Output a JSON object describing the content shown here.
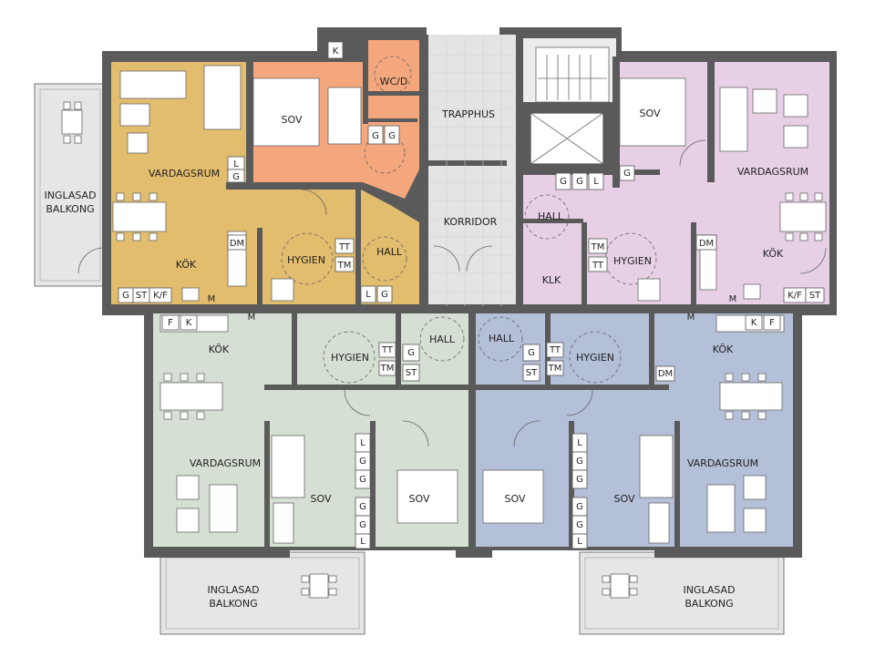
{
  "colors": {
    "orange": "#F4A77C",
    "mustard": "#E3BD6E",
    "lilac": "#E7D0E6",
    "sage": "#D6DFD3",
    "blue": "#B4BFD8",
    "grey_floor": "#E4E4E4",
    "balcony": "#E6E6E6",
    "wall": "#5A5A5A"
  },
  "rooms": {
    "inglasad_balkong": "INGLASAD",
    "balkong": "BALKONG",
    "vardagsrum": "VARDAGSRUM",
    "kok": "KÖK",
    "sov": "SOV",
    "hygien": "HYGIEN",
    "hall": "HALL",
    "wcd": "WC/D",
    "trapphus": "TRAPPHUS",
    "korridor": "KORRIDOR",
    "klk": "KLK"
  },
  "fixtures": {
    "g": "G",
    "l": "L",
    "k": "K",
    "f": "F",
    "st": "ST",
    "kf": "K/F",
    "m": "M",
    "dm": "DM",
    "tt": "TT",
    "tm": "TM"
  }
}
